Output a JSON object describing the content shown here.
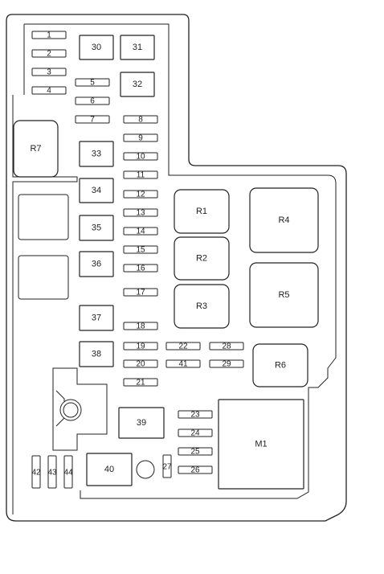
{
  "small_fuses": [
    {
      "id": "1",
      "label": "1"
    },
    {
      "id": "2",
      "label": "2"
    },
    {
      "id": "3",
      "label": "3"
    },
    {
      "id": "4",
      "label": "4"
    },
    {
      "id": "5",
      "label": "5"
    },
    {
      "id": "6",
      "label": "6"
    },
    {
      "id": "7",
      "label": "7"
    },
    {
      "id": "8",
      "label": "8"
    },
    {
      "id": "9",
      "label": "9"
    },
    {
      "id": "10",
      "label": "10"
    },
    {
      "id": "11",
      "label": "11"
    },
    {
      "id": "12",
      "label": "12"
    },
    {
      "id": "13",
      "label": "13"
    },
    {
      "id": "14",
      "label": "14"
    },
    {
      "id": "15",
      "label": "15"
    },
    {
      "id": "16",
      "label": "16"
    },
    {
      "id": "17",
      "label": "17"
    },
    {
      "id": "18",
      "label": "18"
    },
    {
      "id": "19",
      "label": "19"
    },
    {
      "id": "20",
      "label": "20"
    },
    {
      "id": "21",
      "label": "21"
    },
    {
      "id": "22",
      "label": "22"
    },
    {
      "id": "23",
      "label": "23"
    },
    {
      "id": "24",
      "label": "24"
    },
    {
      "id": "25",
      "label": "25"
    },
    {
      "id": "26",
      "label": "26"
    },
    {
      "id": "28",
      "label": "28"
    },
    {
      "id": "29",
      "label": "29"
    },
    {
      "id": "41",
      "label": "41"
    }
  ],
  "vertical_fuses": [
    {
      "id": "27",
      "label": "27"
    },
    {
      "id": "42",
      "label": "42"
    },
    {
      "id": "43",
      "label": "43"
    },
    {
      "id": "44",
      "label": "44"
    }
  ],
  "block_fuses": [
    {
      "id": "30",
      "label": "30"
    },
    {
      "id": "31",
      "label": "31"
    },
    {
      "id": "32",
      "label": "32"
    },
    {
      "id": "33",
      "label": "33"
    },
    {
      "id": "34",
      "label": "34"
    },
    {
      "id": "35",
      "label": "35"
    },
    {
      "id": "36",
      "label": "36"
    },
    {
      "id": "37",
      "label": "37"
    },
    {
      "id": "38",
      "label": "38"
    },
    {
      "id": "39",
      "label": "39"
    },
    {
      "id": "40",
      "label": "40"
    }
  ],
  "relays": [
    {
      "id": "R1",
      "label": "R1"
    },
    {
      "id": "R2",
      "label": "R2"
    },
    {
      "id": "R3",
      "label": "R3"
    },
    {
      "id": "R4",
      "label": "R4"
    },
    {
      "id": "R5",
      "label": "R5"
    },
    {
      "id": "R6",
      "label": "R6"
    },
    {
      "id": "R7",
      "label": "R7"
    },
    {
      "id": "M1",
      "label": "M1"
    }
  ]
}
